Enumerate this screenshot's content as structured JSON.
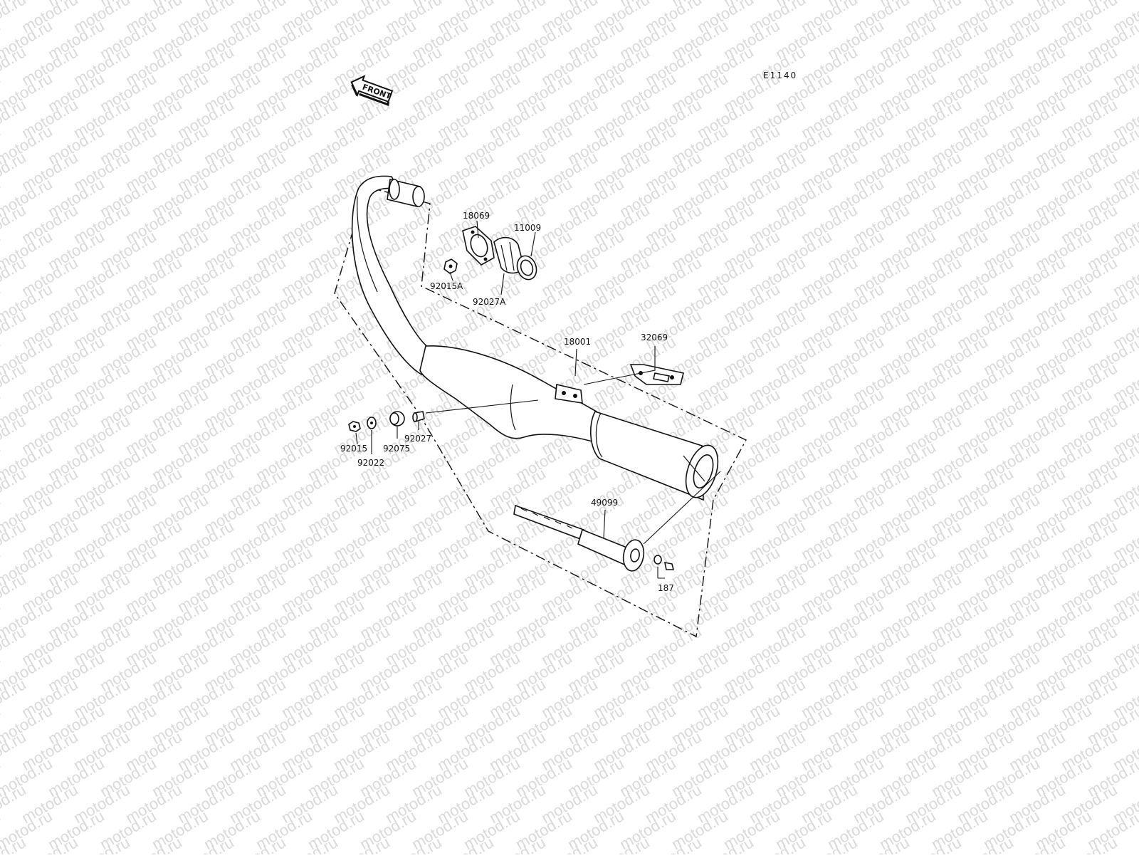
{
  "watermark": "motod.ru",
  "diagram_code": "E1140",
  "front_label": "FRONT",
  "labels": {
    "p18069": "18069",
    "p11009": "11009",
    "p92015A": "92015A",
    "p92027A": "92027A",
    "p18001": "18001",
    "p32069": "32069",
    "p92015": "92015",
    "p92022": "92022",
    "p92075": "92075",
    "p92027": "92027",
    "p49099": "49099",
    "p187": "187"
  }
}
